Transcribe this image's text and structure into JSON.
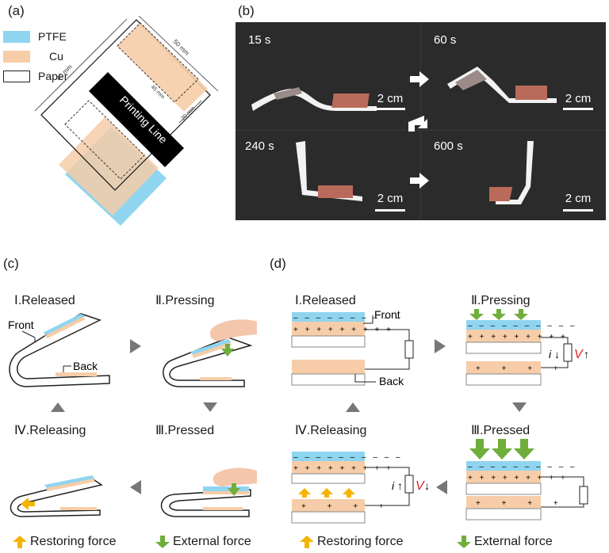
{
  "panels": {
    "a": "(a)",
    "b": "(b)",
    "c": "(c)",
    "d": "(d)"
  },
  "legend": {
    "ptfe": "PTFE",
    "cu": "Cu",
    "paper": "Paper"
  },
  "colors": {
    "ptfe": "#8fd5ef",
    "cu": "#f6cda8",
    "paper": "#ffffff",
    "restoring_arrow": "#f5b400",
    "external_arrow": "#6fae3a",
    "voltage": "#e0242c",
    "photo_bg": "#2b2b2b"
  },
  "panel_a": {
    "dim_50mm": "50 mm",
    "dim_80mm": "80 mm",
    "dim_45mm": "45 mm",
    "dim_20mm": "20 mm",
    "printing_line": "Printing Line"
  },
  "panel_b": {
    "times": [
      "15 s",
      "60 s",
      "240 s",
      "600 s"
    ],
    "scale": "2 cm"
  },
  "panel_c": {
    "steps": {
      "released": "Ⅰ.Released",
      "pressing": "Ⅱ.Pressing",
      "pressed": "Ⅲ.Pressed",
      "releasing": "Ⅳ.Releasing"
    },
    "front": "Front",
    "back": "Back"
  },
  "panel_d": {
    "steps": {
      "released": "Ⅰ.Released",
      "pressing": "Ⅱ.Pressing",
      "pressed": "Ⅲ.Pressed",
      "releasing": "Ⅳ.Releasing"
    },
    "front": "Front",
    "back": "Back",
    "current": "i",
    "voltage": "V"
  },
  "force_legend": {
    "restoring": "Restoring force",
    "external": "External force"
  }
}
